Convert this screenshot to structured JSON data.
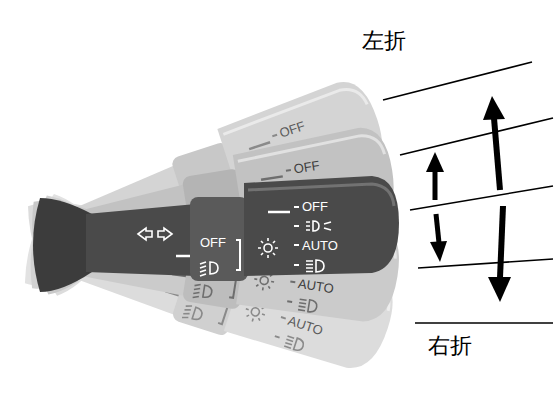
{
  "diagram": {
    "labels": [
      "左折",
      "OFF",
      "OFF",
      "OFF",
      "OFF",
      "AUTO",
      "AUTO",
      "AUTO",
      "右折"
    ]
  }
}
